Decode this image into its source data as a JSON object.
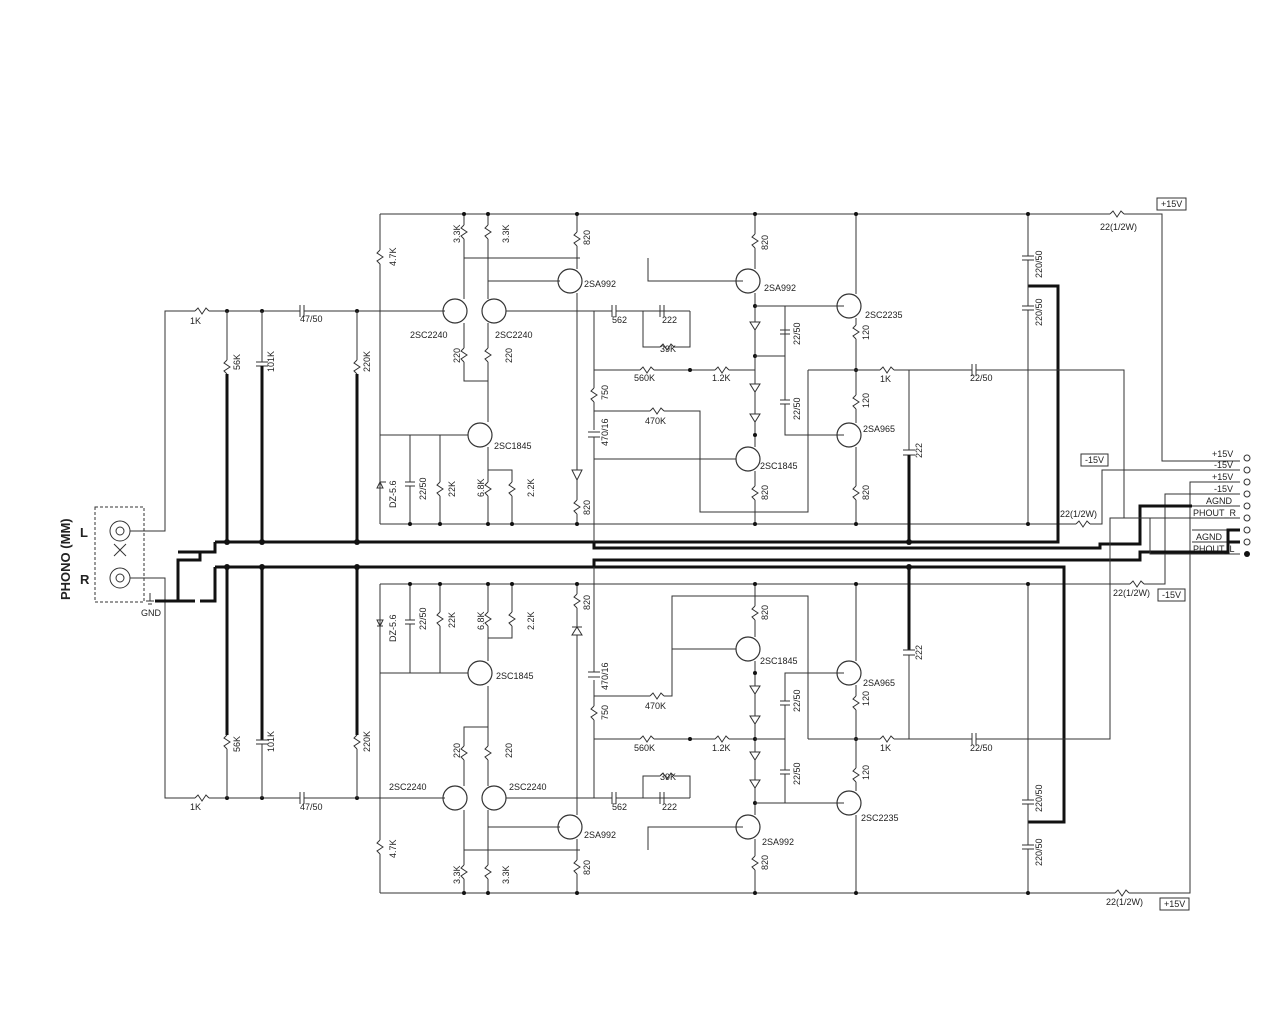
{
  "input": {
    "title": "PHONO (MM)",
    "left": "L",
    "right": "R",
    "gnd": "GND"
  },
  "rails": {
    "pos_top": "+15V",
    "neg_top": "-15V",
    "neg_bottom": "-15V",
    "pos_bottom": "+15V",
    "r_pos_top": "22(1/2W)",
    "r_neg_top": "22(1/2W)",
    "r_neg_bottom": "22(1/2W)",
    "r_pos_bottom": "22(1/2W)"
  },
  "connector": {
    "pins": [
      "+15V",
      "-15V",
      "+15V",
      "-15V",
      "AGND",
      "PHOUT_R",
      "",
      "AGND",
      "PHOUT_L"
    ]
  },
  "top": {
    "r_in": "1K",
    "r_56k": "56K",
    "c_101k": "101K",
    "c_in": "47/50",
    "r_220k": "220K",
    "r_4_7k": "4.7K",
    "r_3_3k_a": "3.3K",
    "r_3_3k_b": "3.3K",
    "q1": "2SC2240",
    "q2": "2SC2240",
    "r_220_a": "220",
    "r_220_b": "220",
    "q3": "2SC1845",
    "dz": "DZ-5.6",
    "c_22_50": "22/50",
    "r_22k": "22K",
    "r_6_8k": "6.8K",
    "r_2_2k": "2.2K",
    "r_820_a": "820",
    "q4": "2SA992",
    "c_562": "562",
    "c_222": "222",
    "r_39k": "39K",
    "r_560k": "560K",
    "r_750": "750",
    "r_470k": "470K",
    "c_470_16": "470/16",
    "r_820_b": "820",
    "r_1_2k": "1.2K",
    "r_820_c": "820",
    "q5": "2SA992",
    "c_22_50_a": "22/50",
    "c_22_50_b": "22/50",
    "q6": "2SC1845",
    "r_820_d": "820",
    "q7": "2SC2235",
    "r_120_a": "120",
    "r_120_b": "120",
    "q8": "2SA965",
    "r_820_e": "820",
    "r_1k_out": "1K",
    "c_out": "22/50",
    "c_222_b": "222",
    "c_220_50_a": "220/50",
    "c_220_50_b": "220/50"
  },
  "bottom": {
    "r_in": "1K",
    "r_56k": "56K",
    "c_101k": "101K",
    "c_in": "47/50",
    "r_220k": "220K",
    "r_4_7k": "4.7K",
    "r_3_3k_a": "3.3K",
    "r_3_3k_b": "3.3K",
    "q1": "2SC2240",
    "q2": "2SC2240",
    "r_220_a": "220",
    "r_220_b": "220",
    "q3": "2SC1845",
    "dz": "DZ-5.6",
    "c_22_50": "22/50",
    "r_22k": "22K",
    "r_6_8k": "6.8K",
    "r_2_2k": "2.2K",
    "r_820_a": "820",
    "q4": "2SA992",
    "c_562": "562",
    "c_222": "222",
    "r_39k": "39K",
    "r_560k": "560K",
    "r_750": "750",
    "r_470k": "470K",
    "c_470_16": "470/16",
    "r_820_b": "820",
    "r_1_2k": "1.2K",
    "r_820_c": "820",
    "q5": "2SA992",
    "c_22_50_a": "22/50",
    "c_22_50_b": "22/50",
    "q6": "2SC1845",
    "r_820_d": "820",
    "q7": "2SC2235",
    "r_120_a": "120",
    "r_120_b": "120",
    "q8": "2SA965",
    "r_1k_out": "1K",
    "c_out": "22/50",
    "c_222_b": "222",
    "c_220_50_a": "220/50",
    "c_220_50_b": "220/50"
  }
}
